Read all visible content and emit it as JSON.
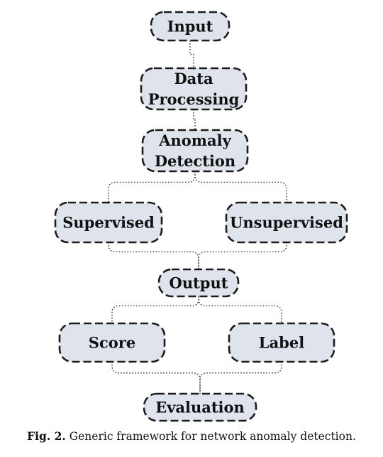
{
  "nodes": {
    "input": [
      "Input"
    ],
    "data_processing": [
      "Data",
      "Processing"
    ],
    "anomaly_detection": [
      "Anomaly",
      "Detection"
    ],
    "supervised": [
      "Supervised"
    ],
    "unsupervised": [
      "Unsupervised"
    ],
    "output": [
      "Output"
    ],
    "score": [
      "Score"
    ],
    "label": [
      "Label"
    ],
    "evaluation": [
      "Evaluation"
    ]
  },
  "edges": [
    [
      "input",
      "data_processing"
    ],
    [
      "data_processing",
      "anomaly_detection"
    ],
    [
      "anomaly_detection",
      "supervised"
    ],
    [
      "anomaly_detection",
      "unsupervised"
    ],
    [
      "supervised",
      "output"
    ],
    [
      "unsupervised",
      "output"
    ],
    [
      "output",
      "score"
    ],
    [
      "output",
      "label"
    ],
    [
      "score",
      "evaluation"
    ],
    [
      "label",
      "evaluation"
    ]
  ],
  "caption": {
    "label": "Fig. 2.",
    "text": "Generic framework for network anomaly detection."
  },
  "colors": {
    "node_fill": "#dfe3ec",
    "node_border": "#1c1c1c",
    "connector": "#3a3a3a"
  }
}
